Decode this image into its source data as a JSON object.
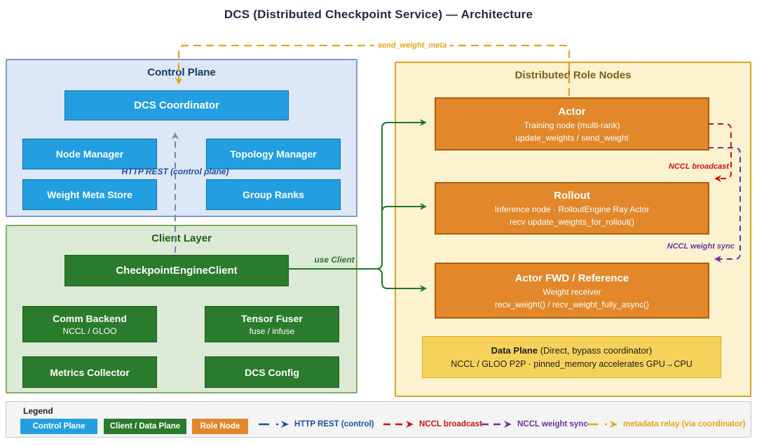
{
  "title": "DCS (Distributed Checkpoint Service) — Architecture",
  "colors": {
    "gold": "#e5a417",
    "blue_label": "#1d4fa6",
    "steel_arrow": "#7388b5",
    "green_line": "#1e7a1e",
    "green_label": "#267a26",
    "red": "#cc1111",
    "purple": "#7030a0",
    "control_blue": "#229fe0",
    "client_green": "#2a7b2c",
    "role_orange": "#e2872a"
  },
  "control_plane": {
    "title": "Control Plane",
    "coordinator": "DCS Coordinator",
    "nodes": [
      "Node Manager",
      "Topology Manager",
      "Weight Meta Store",
      "Group Ranks"
    ]
  },
  "client_layer": {
    "title": "Client Layer",
    "client": "CheckpointEngineClient",
    "nodes": [
      {
        "title": "Comm Backend",
        "subtitle": "NCCL / GLOO"
      },
      {
        "title": "Tensor Fuser",
        "subtitle": "fuse / infuse"
      },
      {
        "title": "Metrics Collector"
      },
      {
        "title": "DCS Config"
      }
    ]
  },
  "role_nodes": {
    "title": "Distributed Role Nodes",
    "nodes": [
      {
        "title": "Actor",
        "line1": "Training node (multi-rank)",
        "line2": "update_weights / send_weight"
      },
      {
        "title": "Rollout",
        "line1": "Inference node · RolloutEngine Ray Actor",
        "line2": "recv update_weights_for_rollout()"
      },
      {
        "title": "Actor FWD / Reference",
        "line1": "Weight receiver",
        "line2": "recv_weight() / recv_weight_fully_async()"
      }
    ],
    "data_plane": {
      "title": "Data Plane",
      "title_suffix": "  (Direct, bypass coordinator)",
      "line2": "NCCL / GLOO P2P · pinned_memory accelerates GPU→CPU"
    }
  },
  "edges": {
    "send_weight_meta": "send_weight_meta",
    "http_rest": "HTTP REST (control plane)",
    "use_client": "use Client",
    "nccl_broadcast": "NCCL broadcast",
    "nccl_weight_sync": "NCCL weight sync"
  },
  "legend": {
    "title": "Legend",
    "swatches": [
      {
        "label": "Control Plane",
        "color": "#229fe0"
      },
      {
        "label": "Client / Data Plane",
        "color": "#2a7b2c"
      },
      {
        "label": "Role Node",
        "color": "#e2872a"
      }
    ],
    "arrows": [
      {
        "label": "HTTP REST (control)",
        "color": "#1d4fa6"
      },
      {
        "label": "NCCL broadcast",
        "color": "#cc1111"
      },
      {
        "label": "NCCL weight sync",
        "color": "#7030a0"
      },
      {
        "label": "metadata relay (via coordinator)",
        "color": "#e5a417"
      }
    ]
  }
}
